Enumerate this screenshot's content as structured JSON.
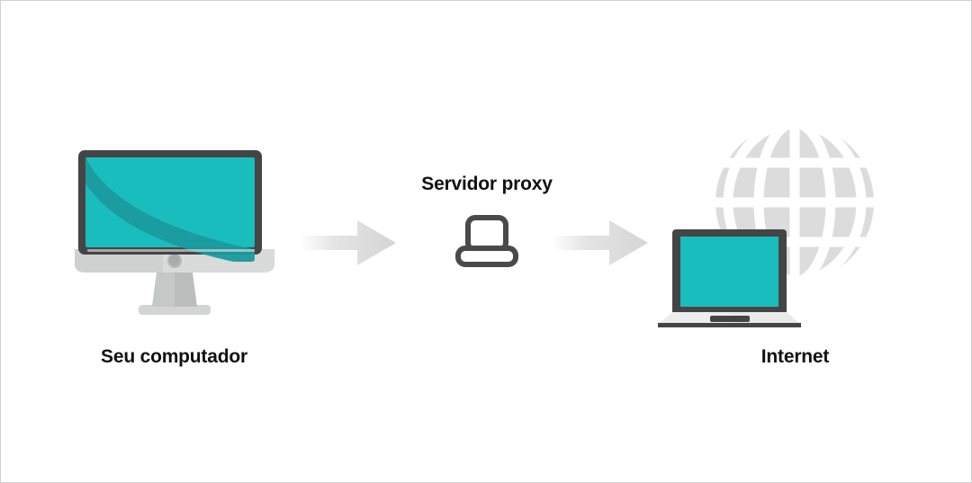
{
  "diagram": {
    "title": "Proxy server network flow diagram",
    "background_color": "#ffffff",
    "border_color": "#d0d0d0",
    "accent_teal": "#1abdbd",
    "accent_teal_shade": "#1a9a9e",
    "dark_gray": "#4a4a4a",
    "light_gray": "#d9dada",
    "globe_gray": "#dcdcdc",
    "arrow_gray": "#d5d5d5",
    "text_color": "#111111"
  },
  "nodes": {
    "left": {
      "label": "Seu computador",
      "icon": "desktop-computer-icon"
    },
    "center": {
      "label": "Servidor proxy",
      "icon": "laptop-outline-icon"
    },
    "right": {
      "label": "Internet",
      "icon": "globe-laptop-icon"
    }
  },
  "connectors": [
    {
      "name": "arrow-computer-to-proxy",
      "direction": "right",
      "icon": "arrow-right-icon"
    },
    {
      "name": "arrow-proxy-to-internet",
      "direction": "right",
      "icon": "arrow-right-icon"
    }
  ]
}
